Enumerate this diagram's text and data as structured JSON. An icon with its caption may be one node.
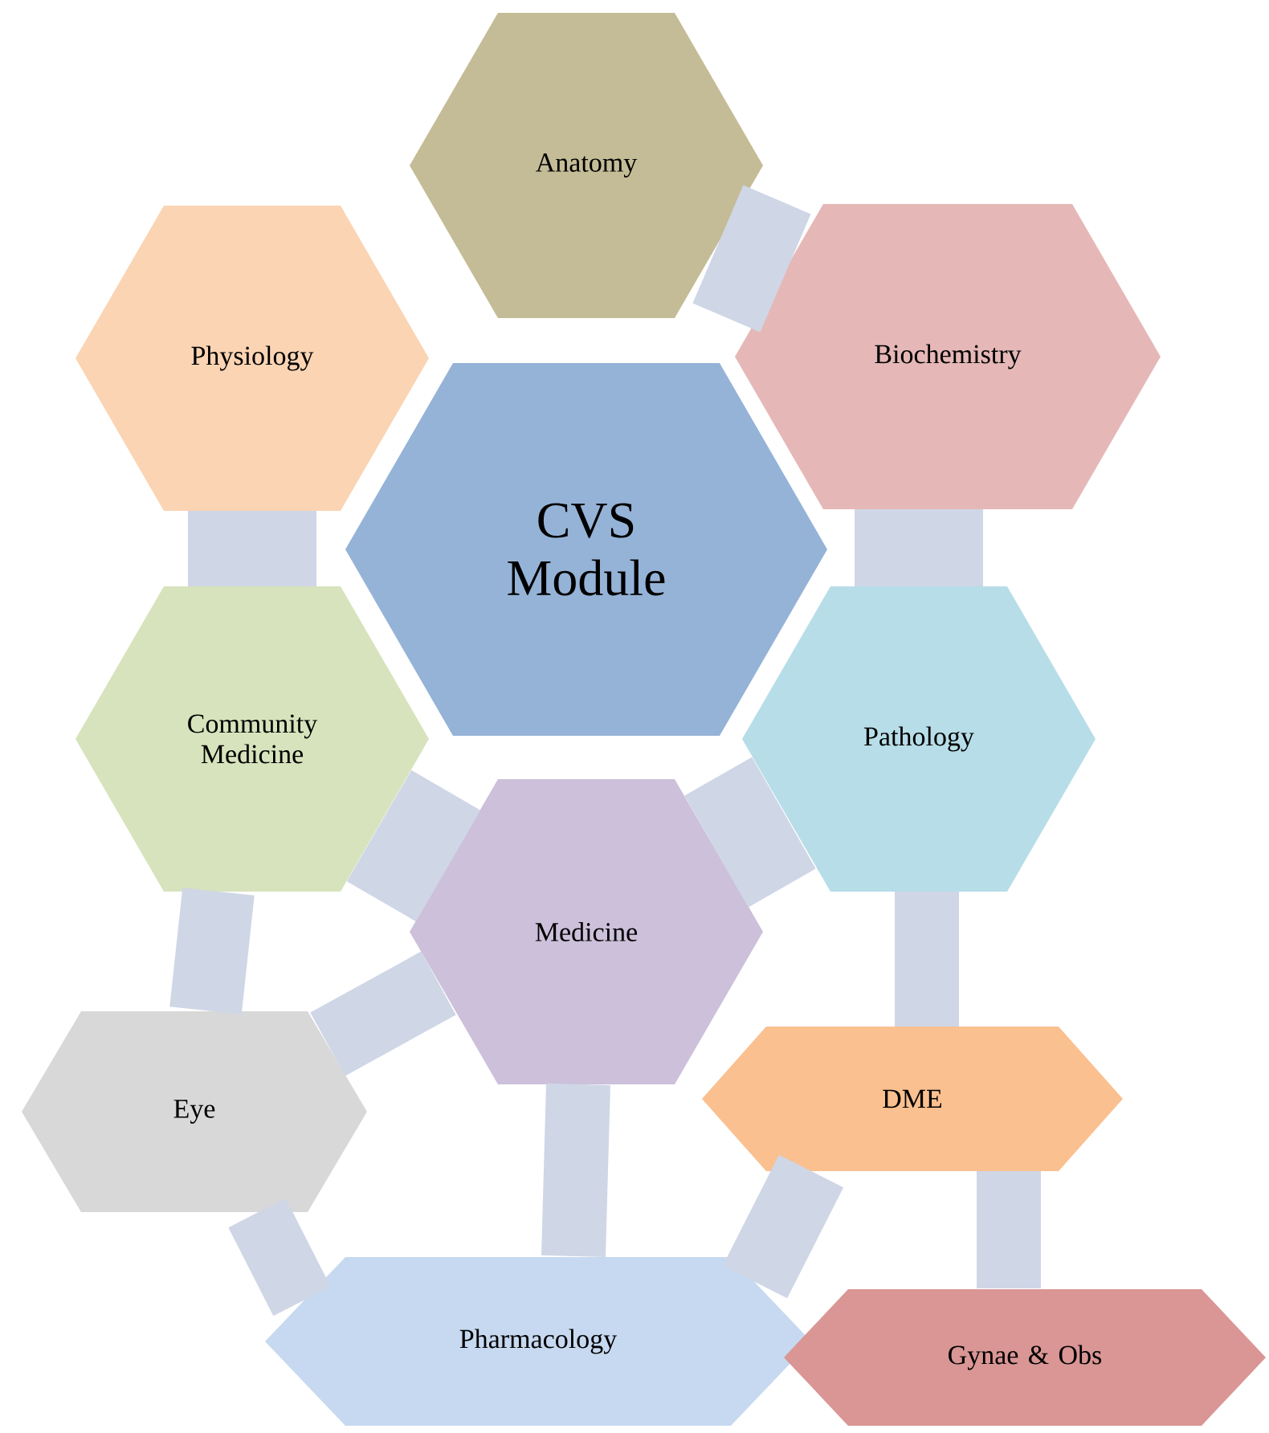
{
  "diagram": {
    "nodes": [
      {
        "text": [
          "Anatomy"
        ]
      },
      {
        "text": [
          "Physiology"
        ]
      },
      {
        "text": [
          "Biochemistry"
        ]
      },
      {
        "text": [
          "CVS Module"
        ]
      },
      {
        "text": [
          "Community Medicine"
        ]
      },
      {
        "text": [
          "Pathology"
        ]
      },
      {
        "text": [
          "Medicine"
        ]
      },
      {
        "text": [
          "Eye"
        ]
      },
      {
        "text": [
          "DME"
        ]
      },
      {
        "text": [
          "Pharmacology"
        ]
      },
      {
        "text": [
          "Gynae & Obs"
        ]
      }
    ],
    "edges": [
      {
        "from": 0,
        "to": 2,
        "arrow": "none"
      },
      {
        "from": 1,
        "to": 4,
        "arrow": "none"
      },
      {
        "from": 2,
        "to": 5,
        "arrow": "none"
      },
      {
        "from": 4,
        "to": 6,
        "arrow": "none"
      },
      {
        "from": 5,
        "to": 6,
        "arrow": "none"
      },
      {
        "from": 4,
        "to": 7,
        "arrow": "none"
      },
      {
        "from": 6,
        "to": 7,
        "arrow": "none"
      },
      {
        "from": 5,
        "to": 8,
        "arrow": "none"
      },
      {
        "from": 6,
        "to": 9,
        "arrow": "none"
      },
      {
        "from": 7,
        "to": 9,
        "arrow": "none"
      },
      {
        "from": 8,
        "to": 9,
        "arrow": "none"
      },
      {
        "from": 8,
        "to": 10,
        "arrow": "none"
      }
    ]
  }
}
